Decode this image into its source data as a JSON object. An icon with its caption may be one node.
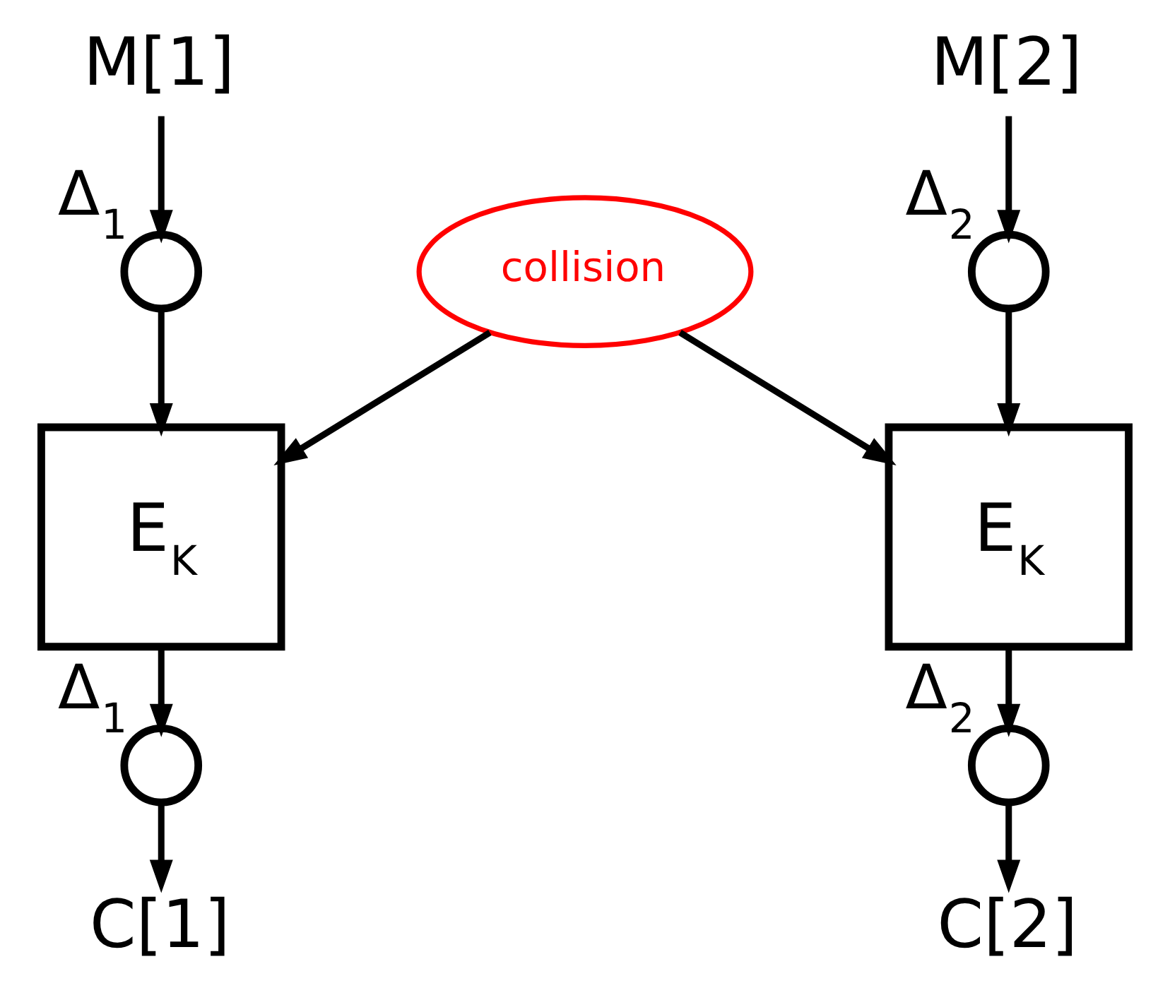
{
  "diagram": {
    "nodes": [
      {
        "text": [
          "M[1]"
        ]
      },
      {
        "text": [],
        "shape": "circle",
        "beside": [
          "Δ$_{1}$"
        ]
      },
      {
        "text": [
          "E$_{K}$"
        ]
      },
      {
        "text": [],
        "shape": "circle",
        "beside": [
          "Δ$_{1}$"
        ]
      },
      {
        "text": [
          "C[1]"
        ]
      },
      {
        "text": [
          "M[2]"
        ]
      },
      {
        "text": [],
        "shape": "circle",
        "beside": [
          "Δ$_{2}$"
        ]
      },
      {
        "text": [
          "E$_{K}$"
        ]
      },
      {
        "text": [],
        "shape": "circle",
        "beside": [
          "Δ$_{2}$"
        ]
      },
      {
        "text": [
          "C[2]"
        ]
      },
      {
        "text": [
          "collision"
        ]
      }
    ],
    "edges": [
      {
        "from": 0,
        "to": 1,
        "arrow": "to"
      },
      {
        "from": 1,
        "to": 2,
        "arrow": "to"
      },
      {
        "from": 2,
        "to": 3,
        "arrow": "to"
      },
      {
        "from": 3,
        "to": 4,
        "arrow": "to"
      },
      {
        "from": 5,
        "to": 6,
        "arrow": "to"
      },
      {
        "from": 6,
        "to": 7,
        "arrow": "to"
      },
      {
        "from": 7,
        "to": 8,
        "arrow": "to"
      },
      {
        "from": 8,
        "to": 9,
        "arrow": "to"
      },
      {
        "from": 10,
        "to": 2,
        "arrow": "to"
      },
      {
        "from": 10,
        "to": 7,
        "arrow": "to"
      }
    ]
  }
}
